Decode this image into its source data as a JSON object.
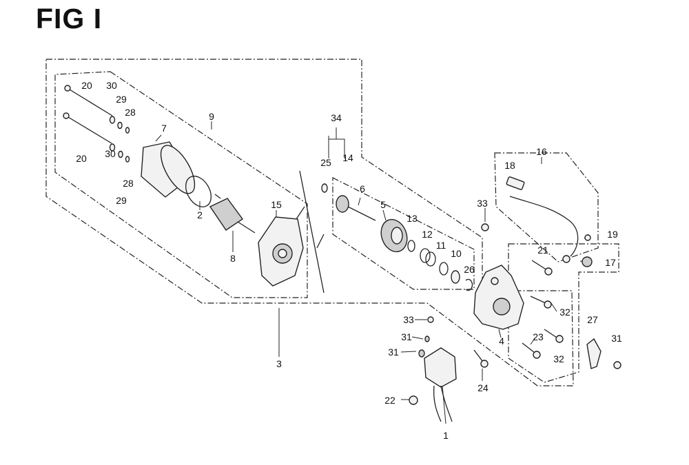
{
  "title": "FIG I",
  "callouts": {
    "c1": "1",
    "c2": "2",
    "c3": "3",
    "c4": "4",
    "c5": "5",
    "c6": "6",
    "c7": "7",
    "c8": "8",
    "c9": "9",
    "c10": "10",
    "c11": "11",
    "c12": "12",
    "c13": "13",
    "c14": "14",
    "c15": "15",
    "c16": "16",
    "c17": "17",
    "c18": "18",
    "c19": "19",
    "c20": "20",
    "c21": "21",
    "c22": "22",
    "c23": "23",
    "c24": "24",
    "c25": "25",
    "c26": "26",
    "c27": "27",
    "c28": "28",
    "c29": "29",
    "c30": "30",
    "c31": "31",
    "c32": "32",
    "c33": "33",
    "c34": "34"
  }
}
